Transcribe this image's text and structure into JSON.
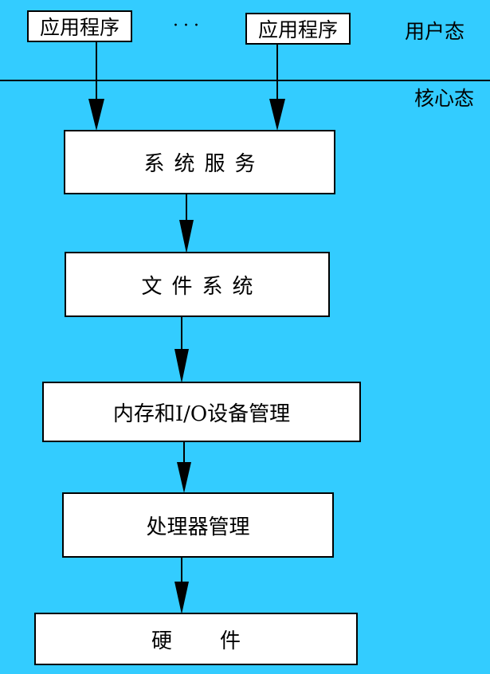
{
  "user_mode_label": "用户态",
  "kernel_mode_label": "核心态",
  "applications": [
    {
      "label": "应用程序"
    },
    {
      "label": "应用程序"
    }
  ],
  "ellipsis": "···",
  "layers": [
    {
      "label": "系统服务"
    },
    {
      "label": "文件系统"
    },
    {
      "label": "内存和I/O设备管理"
    },
    {
      "label": "处理器管理"
    },
    {
      "label": "硬件"
    }
  ],
  "colors": {
    "background": "#33ccff",
    "box_fill": "#ffffff",
    "line": "#000000"
  }
}
